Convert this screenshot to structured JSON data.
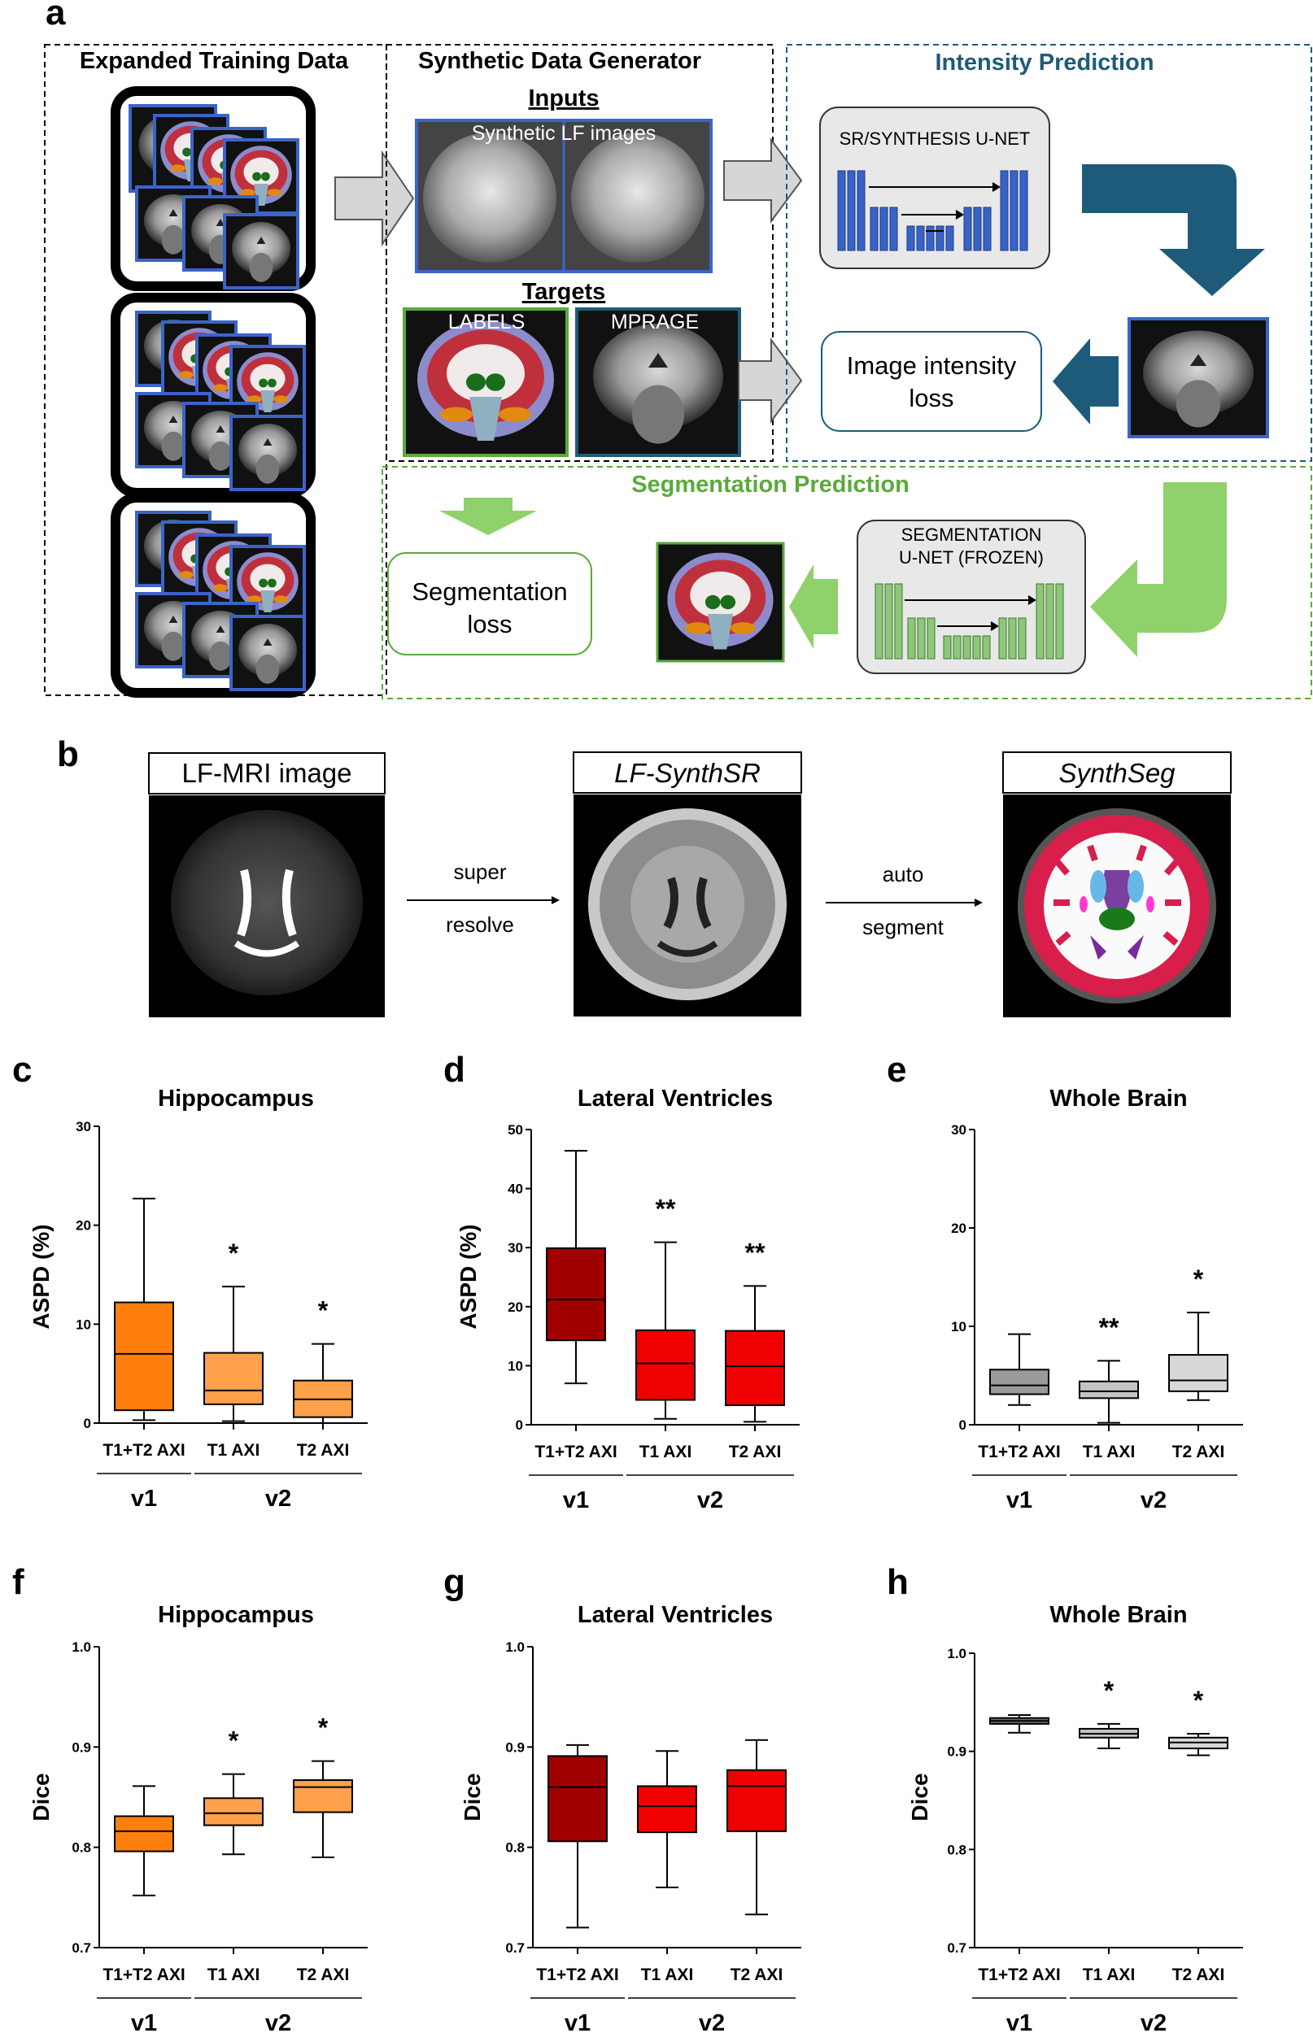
{
  "panel_labels": {
    "a": "a",
    "b": "b",
    "c": "c",
    "d": "d",
    "e": "e",
    "f": "f",
    "g": "g",
    "h": "h"
  },
  "panel_a": {
    "expanded_training_data": "Expanded Training Data",
    "synthetic_data_generator": "Synthetic Data Generator",
    "inputs": "Inputs",
    "synthetic_lf_images": "Synthetic LF images",
    "targets": "Targets",
    "labels": "LABELS",
    "mprage": "MPRAGE",
    "intensity_prediction": "Intensity Prediction",
    "sr_unet": "SR/SYNTHESIS U-NET",
    "image_intensity_loss": [
      "Image intensity",
      "loss"
    ],
    "segmentation_prediction": "Segmentation Prediction",
    "seg_unet": [
      "SEGMENTATION",
      "U-NET (FROZEN)"
    ],
    "segmentation_loss": [
      "Segmentation",
      "loss"
    ],
    "colors": {
      "intensity": "#1e5b7a",
      "segmentation": "#5aaa3c",
      "seg_arrow": "#8fd16a",
      "frame_blue": "#3b64c8",
      "unet_blue": "#3a62c6",
      "unet_green": "#8fc77a"
    }
  },
  "panel_b": {
    "lf_mri": "LF-MRI image",
    "lf_synthsr": "LF-SynthSR",
    "synthseg": "SynthSeg",
    "arrow1": [
      "super",
      "resolve"
    ],
    "arrow2": [
      "auto",
      "segment"
    ]
  },
  "chart_data": [
    {
      "panel": "c",
      "type": "box",
      "title": "Hippocampus",
      "ylabel": "ASPD (%)",
      "ylim": [
        0,
        30
      ],
      "yticks": [
        0,
        10,
        20,
        30
      ],
      "categories": [
        "T1+T2 AXI",
        "T1 AXI",
        "T2 AXI"
      ],
      "groups": [
        {
          "label": "v1"
        },
        {
          "label": "v2"
        }
      ],
      "colors": [
        "#ff7f0e",
        "#ffa04a",
        "#ffa04a"
      ],
      "boxes": [
        {
          "min": 0.3,
          "q1": 1.3,
          "median": 7.0,
          "q3": 12.2,
          "max": 22.7
        },
        {
          "min": 0.2,
          "q1": 1.9,
          "median": 3.3,
          "q3": 7.1,
          "max": 13.8
        },
        {
          "min": 0.0,
          "q1": 0.6,
          "median": 2.4,
          "q3": 4.3,
          "max": 8.0
        }
      ],
      "annotations": [
        "",
        "*",
        "*"
      ]
    },
    {
      "panel": "d",
      "type": "box",
      "title": "Lateral Ventricles",
      "ylabel": "ASPD (%)",
      "ylim": [
        0,
        50
      ],
      "yticks": [
        0,
        10,
        20,
        30,
        40,
        50
      ],
      "categories": [
        "T1+T2 AXI",
        "T1 AXI",
        "T2 AXI"
      ],
      "groups": [
        {
          "label": "v1"
        },
        {
          "label": "v2"
        }
      ],
      "colors": [
        "#a00000",
        "#f00000",
        "#f00000"
      ],
      "boxes": [
        {
          "min": 7.0,
          "q1": 14.3,
          "median": 21.2,
          "q3": 29.9,
          "max": 46.4
        },
        {
          "min": 1.0,
          "q1": 4.2,
          "median": 10.4,
          "q3": 16.0,
          "max": 30.9
        },
        {
          "min": 0.5,
          "q1": 3.3,
          "median": 9.9,
          "q3": 15.9,
          "max": 23.5
        }
      ],
      "annotations": [
        "",
        "**",
        "**"
      ]
    },
    {
      "panel": "e",
      "type": "box",
      "title": "Whole Brain",
      "ylabel": "",
      "ylim": [
        0,
        30
      ],
      "yticks": [
        0,
        10,
        20,
        30
      ],
      "categories": [
        "T1+T2 AXI",
        "T1 AXI",
        "T2 AXI"
      ],
      "groups": [
        {
          "label": "v1"
        },
        {
          "label": "v2"
        }
      ],
      "colors": [
        "#9a9a9a",
        "#c4c4c4",
        "#d8d8d8"
      ],
      "boxes": [
        {
          "min": 2.0,
          "q1": 3.1,
          "median": 4.0,
          "q3": 5.6,
          "max": 9.2
        },
        {
          "min": 0.2,
          "q1": 2.7,
          "median": 3.4,
          "q3": 4.4,
          "max": 6.5
        },
        {
          "min": 2.5,
          "q1": 3.4,
          "median": 4.5,
          "q3": 7.1,
          "max": 11.4
        }
      ],
      "annotations": [
        "",
        "**",
        "*"
      ]
    },
    {
      "panel": "f",
      "type": "box",
      "title": "Hippocampus",
      "ylabel": "Dice",
      "ylim": [
        0.7,
        1.0
      ],
      "yticks": [
        "0.7",
        "0.8",
        "0.9",
        "1.0"
      ],
      "categories": [
        "T1+T2 AXI",
        "T1 AXI",
        "T2 AXI"
      ],
      "groups": [
        {
          "label": "v1"
        },
        {
          "label": "v2"
        }
      ],
      "colors": [
        "#ff7f0e",
        "#ffa04a",
        "#ffa04a"
      ],
      "boxes": [
        {
          "min": 0.752,
          "q1": 0.796,
          "median": 0.816,
          "q3": 0.831,
          "max": 0.861
        },
        {
          "min": 0.793,
          "q1": 0.822,
          "median": 0.834,
          "q3": 0.849,
          "max": 0.873
        },
        {
          "min": 0.79,
          "q1": 0.835,
          "median": 0.86,
          "q3": 0.867,
          "max": 0.886
        }
      ],
      "annotations": [
        "",
        "*",
        "*"
      ]
    },
    {
      "panel": "g",
      "type": "box",
      "title": "Lateral Ventricles",
      "ylabel": "Dice",
      "ylim": [
        0.7,
        1.0
      ],
      "yticks": [
        "0.7",
        "0.8",
        "0.9",
        "1.0"
      ],
      "categories": [
        "T1+T2 AXI",
        "T1 AXI",
        "T2 AXI"
      ],
      "groups": [
        {
          "label": "v1"
        },
        {
          "label": "v2"
        }
      ],
      "colors": [
        "#a00000",
        "#f00000",
        "#f00000"
      ],
      "boxes": [
        {
          "min": 0.72,
          "q1": 0.806,
          "median": 0.86,
          "q3": 0.891,
          "max": 0.902
        },
        {
          "min": 0.76,
          "q1": 0.815,
          "median": 0.841,
          "q3": 0.861,
          "max": 0.896
        },
        {
          "min": 0.733,
          "q1": 0.816,
          "median": 0.861,
          "q3": 0.877,
          "max": 0.907
        }
      ],
      "annotations": [
        "",
        "",
        ""
      ]
    },
    {
      "panel": "h",
      "type": "box",
      "title": "Whole Brain",
      "ylabel": "Dice",
      "ylim": [
        0.7,
        1.0
      ],
      "yticks": [
        "0.7",
        "0.8",
        "0.9",
        "1.0"
      ],
      "categories": [
        "T1+T2 AXI",
        "T1 AXI",
        "T2 AXI"
      ],
      "groups": [
        {
          "label": "v1"
        },
        {
          "label": "v2"
        }
      ],
      "colors": [
        "#6e6e6e",
        "#c4c4c4",
        "#d8d8d8"
      ],
      "boxes": [
        {
          "min": 0.919,
          "q1": 0.928,
          "median": 0.931,
          "q3": 0.934,
          "max": 0.937
        },
        {
          "min": 0.903,
          "q1": 0.914,
          "median": 0.918,
          "q3": 0.923,
          "max": 0.928
        },
        {
          "min": 0.896,
          "q1": 0.903,
          "median": 0.909,
          "q3": 0.914,
          "max": 0.918
        }
      ],
      "annotations": [
        "",
        "*",
        "*"
      ]
    }
  ]
}
